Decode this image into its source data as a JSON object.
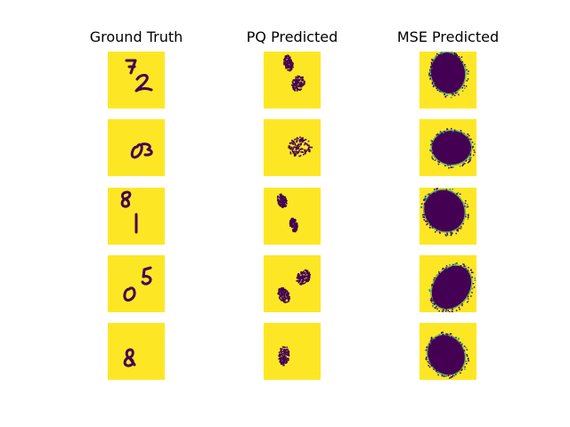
{
  "columns": [
    "Ground Truth",
    "PQ Predicted",
    "MSE Predicted"
  ],
  "colors": {
    "background": "#ffffff",
    "tile": "#fde725",
    "ink": "#440154",
    "edge": "#21918c"
  },
  "rows": [
    {
      "ground_truth_digits": [
        "7",
        "2"
      ]
    },
    {
      "ground_truth_digits": [
        "0",
        "3"
      ]
    },
    {
      "ground_truth_digits": [
        "8",
        "1"
      ]
    },
    {
      "ground_truth_digits": [
        "0",
        "5"
      ]
    },
    {
      "ground_truth_digits": [
        "8"
      ]
    }
  ]
}
